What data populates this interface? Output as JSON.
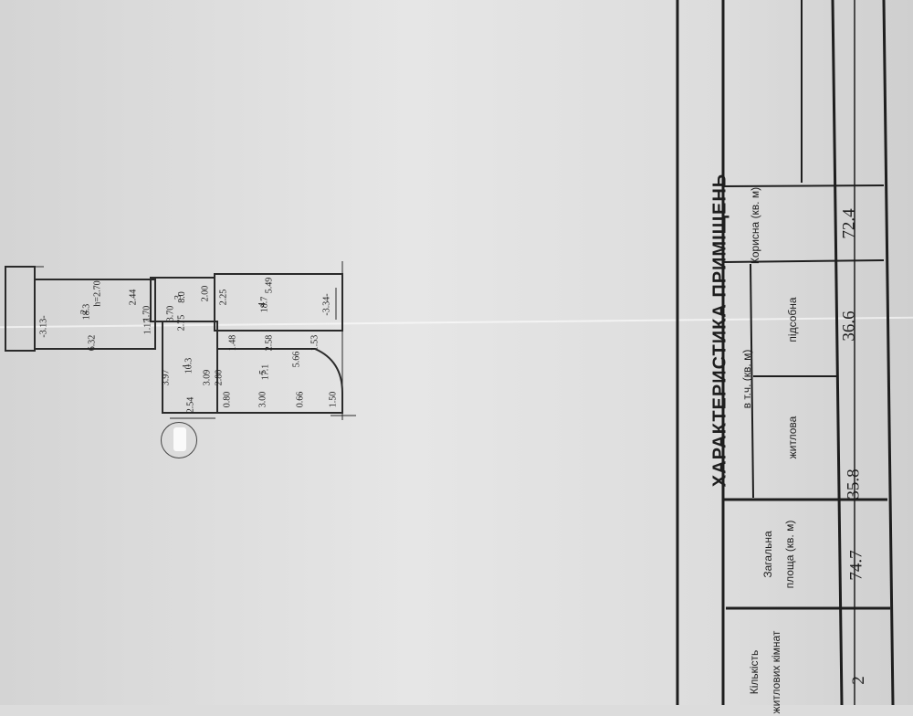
{
  "table": {
    "title": "ХАРАКТЕРИСТИКА ПРИМІЩЕНЬ",
    "headers": {
      "rooms": "Кількість житлових кімнат",
      "total_area": "Загальна площа (кв. м)",
      "incl": "в т.ч. (кв. м)",
      "living": "житлова",
      "auxiliary": "підсобна",
      "useful": "Корисна (кв. м)"
    },
    "values": {
      "rooms": "2",
      "total_area": "74.7",
      "living": "35.8",
      "auxiliary": "36.6",
      "useful": "72.4"
    }
  },
  "plan": {
    "rooms": [
      {
        "num": "1",
        "area": "10.3"
      },
      {
        "num": "2",
        "area": "18.3"
      },
      {
        "num": "3",
        "area": "8.0"
      },
      {
        "num": "4",
        "area": "18.7"
      },
      {
        "num": "5",
        "area": "17.1"
      }
    ],
    "height": "h=2.70",
    "dims": [
      "-3.13-",
      "6.32",
      "2.44",
      "1.70",
      "3.70",
      "2.00",
      "1.17",
      "2.75",
      "2.25",
      "5.49",
      "-3.34-",
      "1.48",
      "2.58",
      "1.53",
      "5.66",
      "3.97",
      "3.09",
      "2.80",
      "2.54",
      "0.80",
      "3.00",
      "0.66",
      "1.50"
    ]
  }
}
